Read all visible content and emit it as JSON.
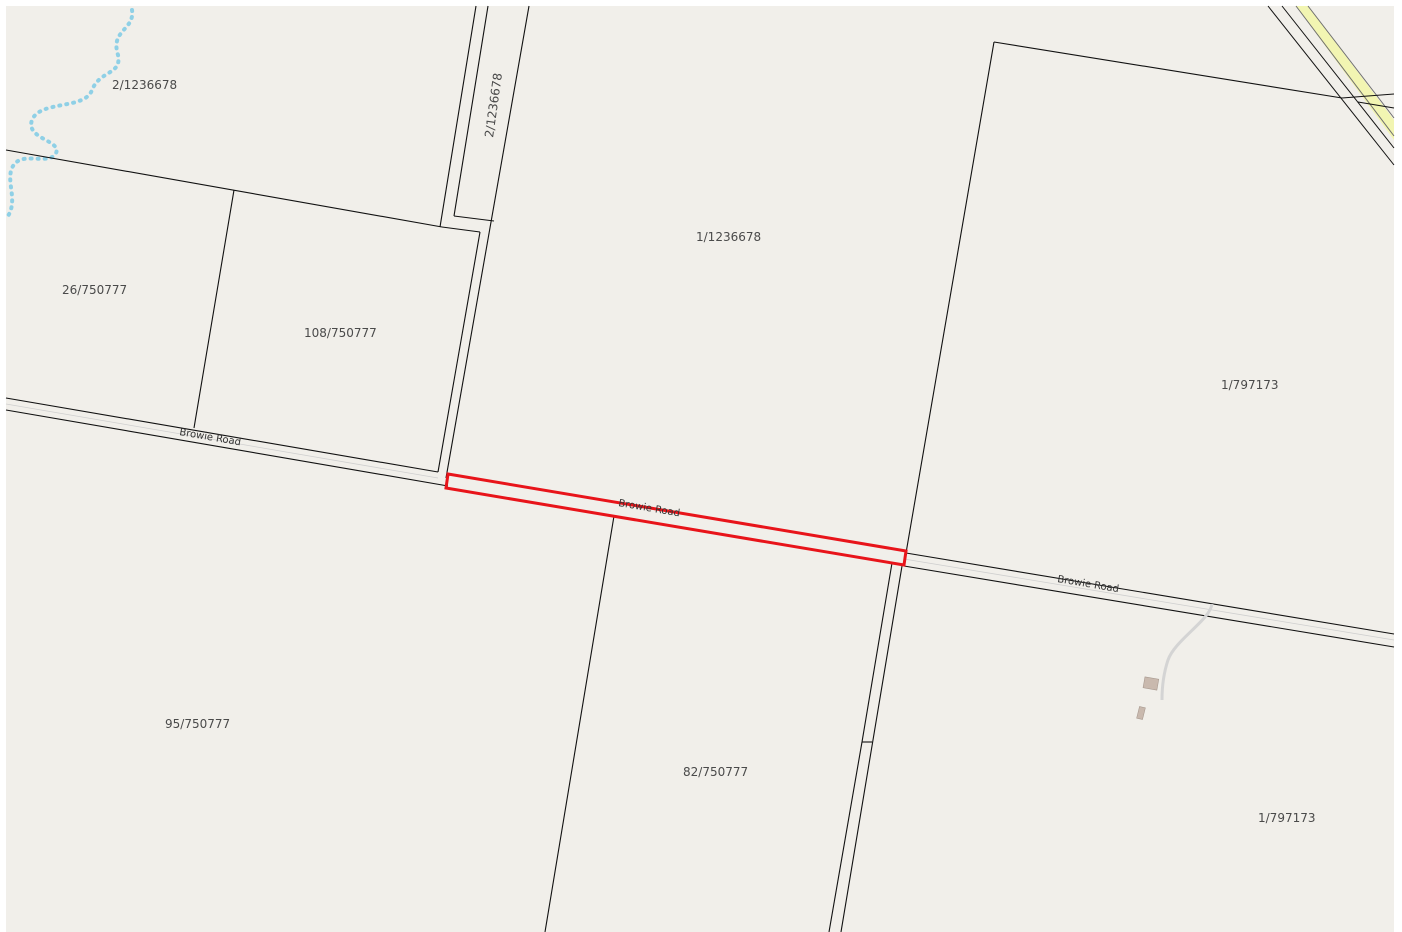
{
  "map": {
    "colors": {
      "land": "#f1efea",
      "boundary": "#111111",
      "highlight": "#e8141a",
      "watercourse": "#8fd0e6",
      "highway_fill": "#f2f5b2",
      "track": "#d9d9d9",
      "building": "#c9b9ae"
    },
    "parcels": [
      {
        "id": "2-1236678-nw",
        "label": "2/1236678"
      },
      {
        "id": "2-1236678-strip",
        "label": "2/1236678"
      },
      {
        "id": "26-750777",
        "label": "26/750777"
      },
      {
        "id": "108-750777",
        "label": "108/750777"
      },
      {
        "id": "1-1236678",
        "label": "1/1236678"
      },
      {
        "id": "1-797173-north",
        "label": "1/797173"
      },
      {
        "id": "95-750777",
        "label": "95/750777"
      },
      {
        "id": "82-750777",
        "label": "82/750777"
      },
      {
        "id": "1-797173-south",
        "label": "1/797173"
      }
    ],
    "roads": [
      {
        "id": "browie-west",
        "label": "Browie Road"
      },
      {
        "id": "browie-mid",
        "label": "Browie Road"
      },
      {
        "id": "browie-east",
        "label": "Browie Road"
      }
    ],
    "highlighted": "Browie Road segment"
  }
}
